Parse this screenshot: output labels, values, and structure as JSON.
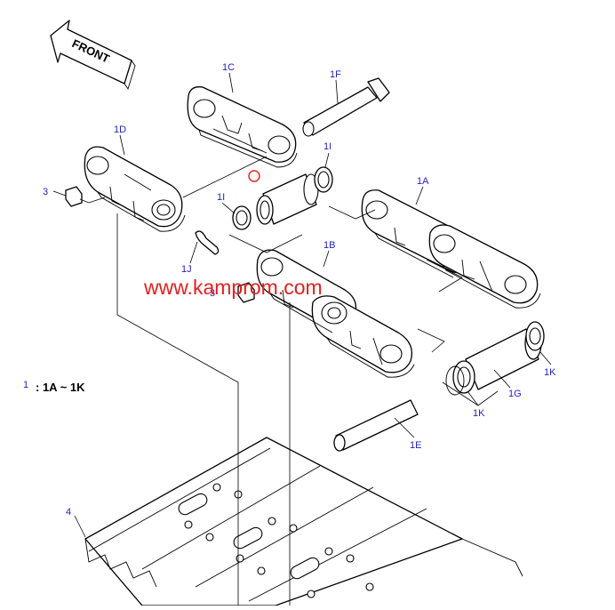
{
  "arrow": {
    "text": "FRONT"
  },
  "callouts": {
    "c1A": "1A",
    "c1B": "1B",
    "c1C": "1C",
    "c1D": "1D",
    "c1E": "1E",
    "c1F": "1F",
    "c1G": "1G",
    "c1I_top": "1I",
    "c1I_left": "1I",
    "c1J": "1J",
    "c1K_right": "1K",
    "c1K_left": "1K",
    "c3_top": "3",
    "c3_mid": "3",
    "c4": "4"
  },
  "reference": {
    "number": "1",
    "text": ": 1A ~ 1K"
  },
  "watermark": {
    "text": "www.kamprom.com"
  },
  "colors": {
    "callout": "#1f1fb8",
    "watermark": "#e02020",
    "line": "#000000"
  }
}
